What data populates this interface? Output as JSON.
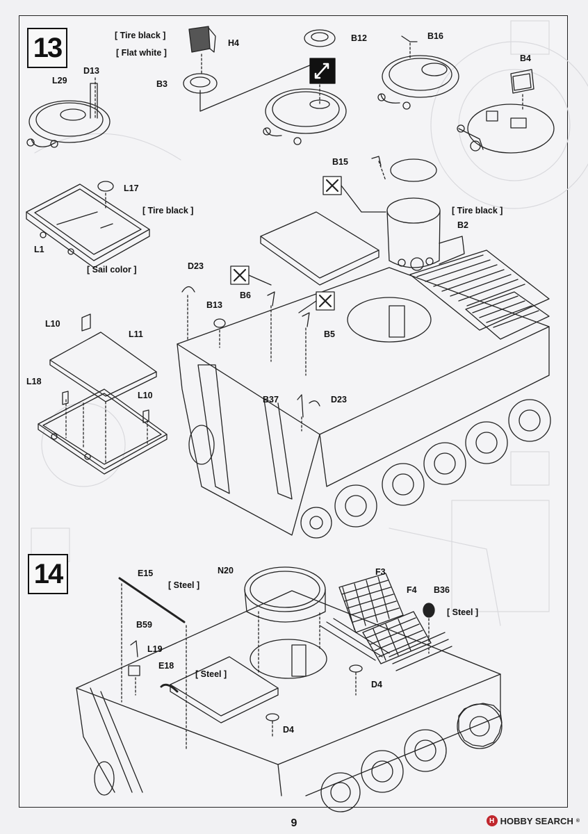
{
  "steps": [
    "13",
    "14"
  ],
  "step13_labels": {
    "tire_black_1": "[ Tire black ]",
    "h4": "H4",
    "flat_white": "[ Flat white ]",
    "b12": "B12",
    "b16": "B16",
    "b4": "B4",
    "b3": "B3",
    "l29": "L29",
    "d13": "D13",
    "l17": "L17",
    "tire_black_2": "[ Tire black ]",
    "l1": "L1",
    "sail_color": "[ Sail color ]",
    "b15": "B15",
    "tire_black_3": "[ Tire black ]",
    "b2": "B2",
    "d23_top": "D23",
    "b13": "B13",
    "b6": "B6",
    "b5": "B5",
    "l10_top": "L10",
    "l11": "L11",
    "l18": "L18",
    "l10_bottom": "L10",
    "b37": "B37",
    "d23_bottom": "D23"
  },
  "step14_labels": {
    "e15": "E15",
    "steel_1": "[ Steel ]",
    "n20": "N20",
    "f3": "F3",
    "f4": "F4",
    "b36": "B36",
    "steel_2": "[ Steel ]",
    "b59": "B59",
    "l19": "L19",
    "e18": "E18",
    "steel_3": "[ Steel ]",
    "d4_right": "D4",
    "d4_bottom": "D4"
  },
  "page_number": "9",
  "watermark": {
    "logo": "H",
    "brand": "HOBBY SEARCH",
    "mark": "®"
  },
  "colors": {
    "paper": "#f4f4f6",
    "line": "#222222",
    "ghost": "#d6d6da",
    "watermark_red": "#c0272d"
  }
}
